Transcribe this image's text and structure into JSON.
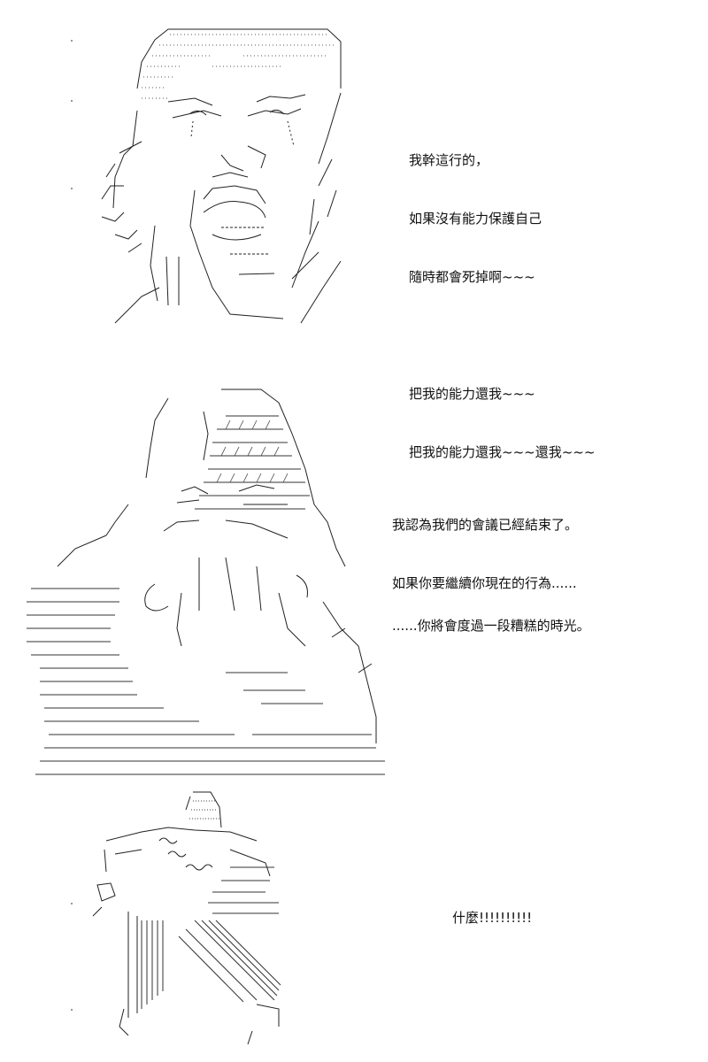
{
  "panels": [
    {
      "dialogue": [
        [
          "我幹這行的，",
          "如果沒有能力保護自己",
          "隨時都會死掉啊~~~"
        ],
        [
          "把我的能力還我~~~",
          "把我的能力還我~~~還我~~~"
        ]
      ]
    },
    {
      "dialogue": [
        [
          "我認為我們的會議已經結束了。",
          "如果你要繼續你現在的行為......"
        ],
        [
          "......你將會度過一段糟糕的時光。"
        ]
      ]
    },
    {
      "dialogue": [
        [
          "什麼!!!!!!!!!!"
        ]
      ]
    }
  ]
}
